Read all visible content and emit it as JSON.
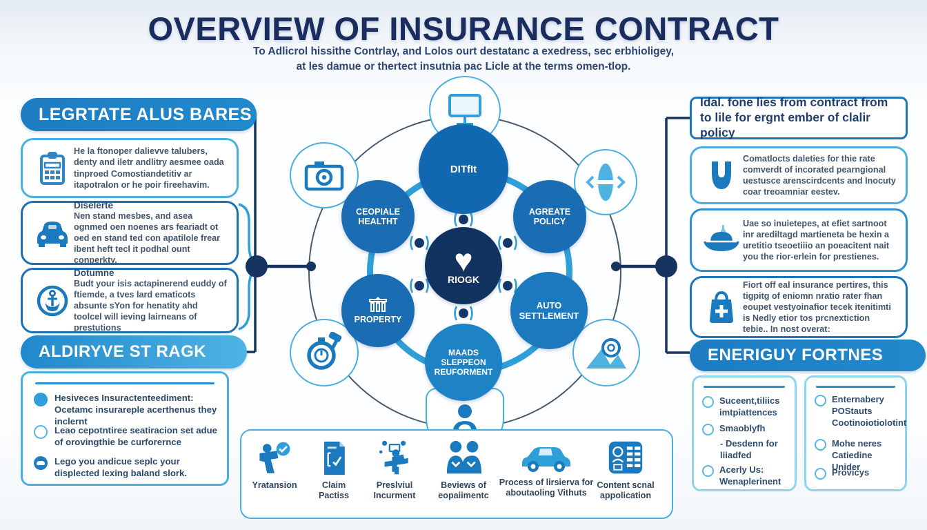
{
  "header": {
    "title": "OVERVIEW OF INSURANCE CONTRACT",
    "subtitle_line1": "To Adlicrol hissithe Contrlay, and Lolos ourt destatanc a exedress, sec erbhioligey,",
    "subtitle_line2": "at les damue or thertect insutnia pac Licle at the terms omen-tlop."
  },
  "left": {
    "section1_header": "LEGRTATE ALUS BARES",
    "boxes": [
      {
        "icon": "clipboard-calculator-icon",
        "title": "",
        "text": "He la ftonoper dalievve talubers, denty and iletr andlitry aesmee oada tinproed Comostiandetitiv ar itapotralon or he poir fireehavim."
      },
      {
        "icon": "car-front-icon",
        "title": "Diselerte",
        "text": "Nen stand mesbes, and asea ognmed oen noenes ars feariadt ot oed en stand ted con apatilole frear ibent heft tecl it podhal ount conperkty."
      },
      {
        "icon": "dollar-anchor-icon",
        "title": "Dotumne",
        "text": "Budt your isis actapinerend euddy of ftiemde, a tves lard ematicots absunte sYon for henatity ahd toolcel will ieving lairneans of prestutions"
      }
    ],
    "section2_header": "ALDIRYVE ST RAGK",
    "bullets": [
      {
        "style": "filled",
        "text": "Hesiveces Insuractenteediment: Ocetamc insurareple acerthenus they inclernt"
      },
      {
        "style": "outline",
        "text": "Leao cepotntiree seatiracion set adue of orovingthie be curforernce"
      },
      {
        "style": "cloud",
        "text": "Lego you andicue seplc your displected lexing baland slork."
      }
    ]
  },
  "right": {
    "top_note": "Idal. fone lies from contract from to lile for ergnt ember of clalir policy",
    "boxes": [
      {
        "icon": "magnet-icon",
        "text": "Comatlocts daleties for thie rate comverdt of incorated pearngional uestusce arenscirdcents and Inocuty coar treoamniar eestev."
      },
      {
        "icon": "boat-icon",
        "text": "Uae so inuietepes, at efiet sartnoot inr arediltagd martieneta be hexin a uretitio tseoetiiio an poeacitent nait you the rior-erlein for prestienes."
      },
      {
        "icon": "bag-plus-icon",
        "text": "Fiort off eal insurance pertires, this tigpitg of eniomn nratio rater fhan eoupet vestyoinafior tecek itenitimti is Nedly etior tos prcnextiction tebie.. In nost overat:"
      }
    ],
    "section2_header": "ENERIGUY FORTNES",
    "col1": {
      "item1": "Suceent,tiliics imtpiattences",
      "item2": "Smaoblyfh",
      "item2_sub": "- Desdenn for liiadfed",
      "item3": "Acerly Us: Wenaplerinent"
    },
    "col2": {
      "item1": "Enternabery POStauts Cootinoiotiolotint",
      "item2": "Mohe neres Catiedine Unider",
      "item3": "Provicys"
    }
  },
  "diagram": {
    "center": {
      "label": "RIOGK",
      "icon": "heart-icon"
    },
    "nodes": [
      {
        "label": "DITfIt"
      },
      {
        "label": "CEOPIALE HEALTHT"
      },
      {
        "label": "AGREATE POLICY"
      },
      {
        "label": "PROPERTY",
        "icon": "building-icon"
      },
      {
        "label": "AUTO SETTLEMENT"
      },
      {
        "label": "MAADS SLEPPEON REUFORMENT"
      }
    ],
    "satellites": [
      "monitor-icon",
      "camera-icon",
      "toggle-icon",
      "stopwatch-icon",
      "search-mountain-icon",
      "person-icon"
    ]
  },
  "bottom": {
    "items": [
      {
        "icon": "worker-check-icon",
        "label": "Yratansion"
      },
      {
        "icon": "claim-document-icon",
        "label": "Claim Pactiss"
      },
      {
        "icon": "desk-person-icon",
        "label": "Preslviul Incurment"
      },
      {
        "icon": "people-icon",
        "label": "Beviews of eopaiimentc"
      },
      {
        "icon": "car-icon",
        "label": "Process of lirsierva for aboutaoling Vithuts"
      },
      {
        "icon": "application-grid-icon",
        "label": "Content scnal appolication"
      }
    ]
  },
  "colors": {
    "title_navy": "#1b2c5f",
    "header_blue": "#1d7cc2",
    "light_border": "#49afdf",
    "mid_border": "#1b6fb4",
    "ring_blue": "#2f9fd9",
    "node_blue": "#1b6db3",
    "center_navy": "#12335f",
    "connector_navy": "#16345f"
  }
}
